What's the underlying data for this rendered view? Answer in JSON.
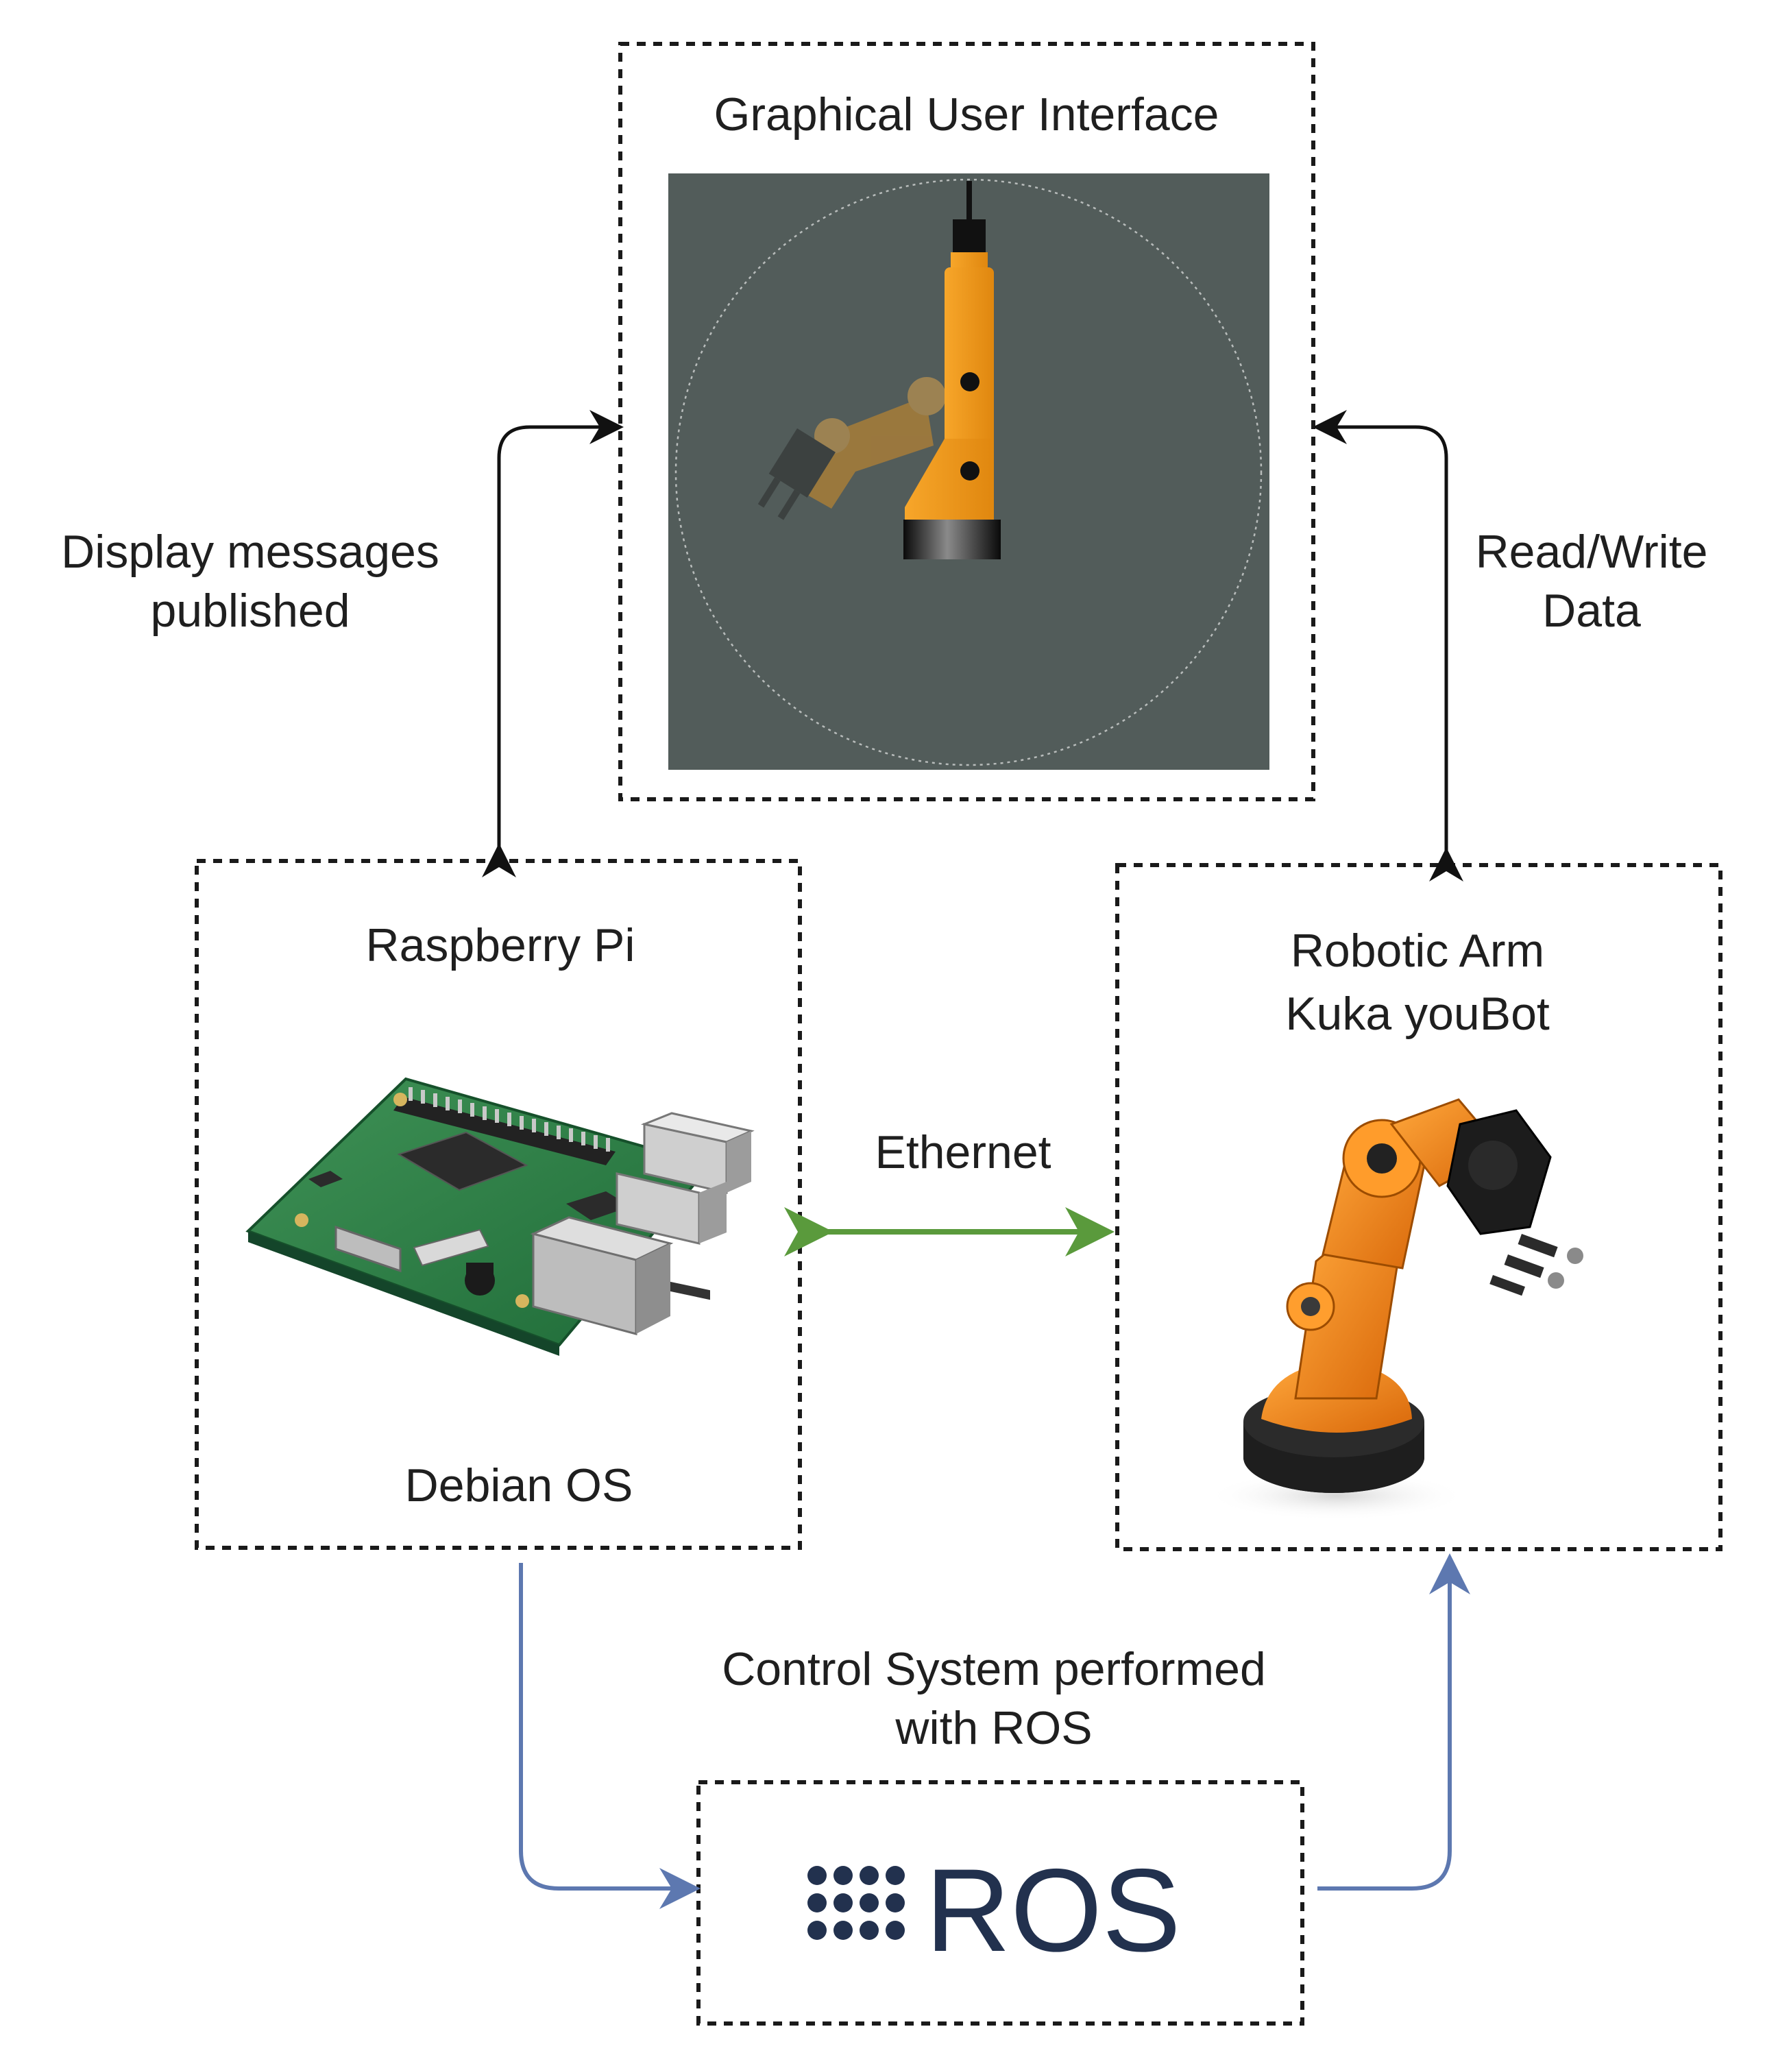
{
  "nodes": {
    "gui": {
      "title": "Graphical User Interface"
    },
    "raspberry_pi": {
      "title": "Raspberry Pi",
      "footer": "Debian OS"
    },
    "robotic_arm": {
      "title_line1": "Robotic Arm",
      "title_line2": "Kuka youBot"
    },
    "ros": {
      "logo_text": "ROS"
    }
  },
  "edges": {
    "left": {
      "line1": "Display messages",
      "line2": "published"
    },
    "right": {
      "line1": "Read/Write",
      "line2": "Data"
    },
    "middle": {
      "label": "Ethernet"
    },
    "bottom": {
      "line1": "Control System performed",
      "line2": "with ROS"
    }
  },
  "colors": {
    "connector_black": "#111111",
    "ethernet_green": "#5a9a3c",
    "ros_flow_blue": "#5d78b0",
    "gui_panel": "#525c5a",
    "arm_orange": "#f29a1c",
    "ros_logo": "#22314e"
  },
  "icons": {
    "gui_preview": "robot-arm-gui-illustration",
    "raspberry_pi_board": "raspberry-pi-board-illustration",
    "kuka_arm": "kuka-robotic-arm-illustration",
    "ros_logo": "ros-logo"
  }
}
